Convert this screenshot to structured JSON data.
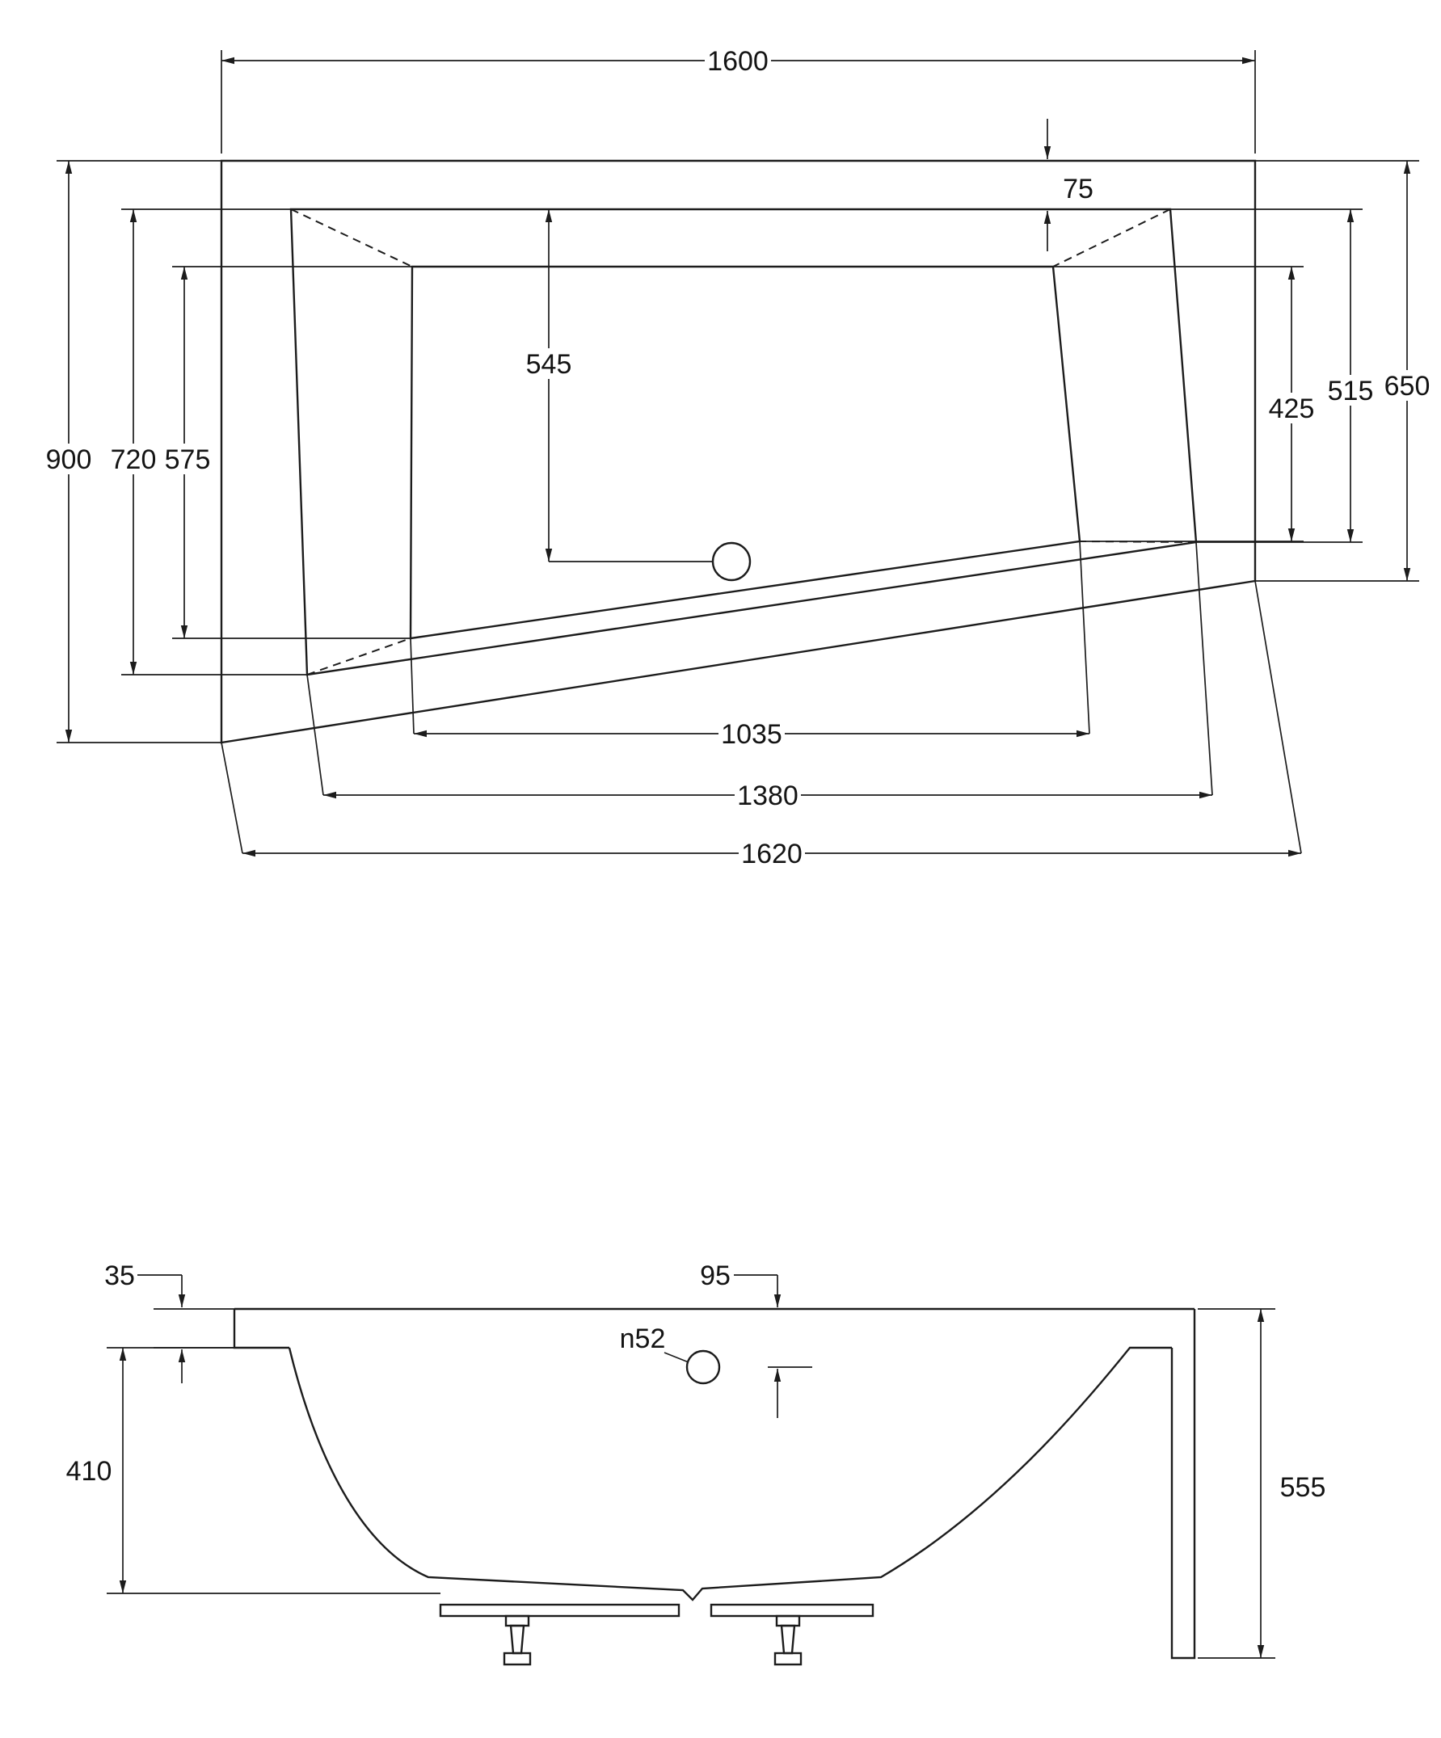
{
  "plan_view": {
    "length_overall": "1600",
    "rim_offset_top": "75",
    "drain_distance": "545",
    "width_overall_left": "900",
    "rim_width_left": "720",
    "floor_width_left": "575",
    "floor_width_right": "425",
    "rim_width_right": "515",
    "width_overall_right": "650",
    "floor_front_edge": "1035",
    "rim_front_edge": "1380",
    "front_edge_overall": "1620"
  },
  "side_view": {
    "rim_lip_height": "35",
    "overflow_offset": "95",
    "overflow_diameter": "n52",
    "inner_depth": "410",
    "overall_height": "555"
  },
  "colors": {
    "line": "#1c1c1c",
    "background": "#ffffff"
  }
}
